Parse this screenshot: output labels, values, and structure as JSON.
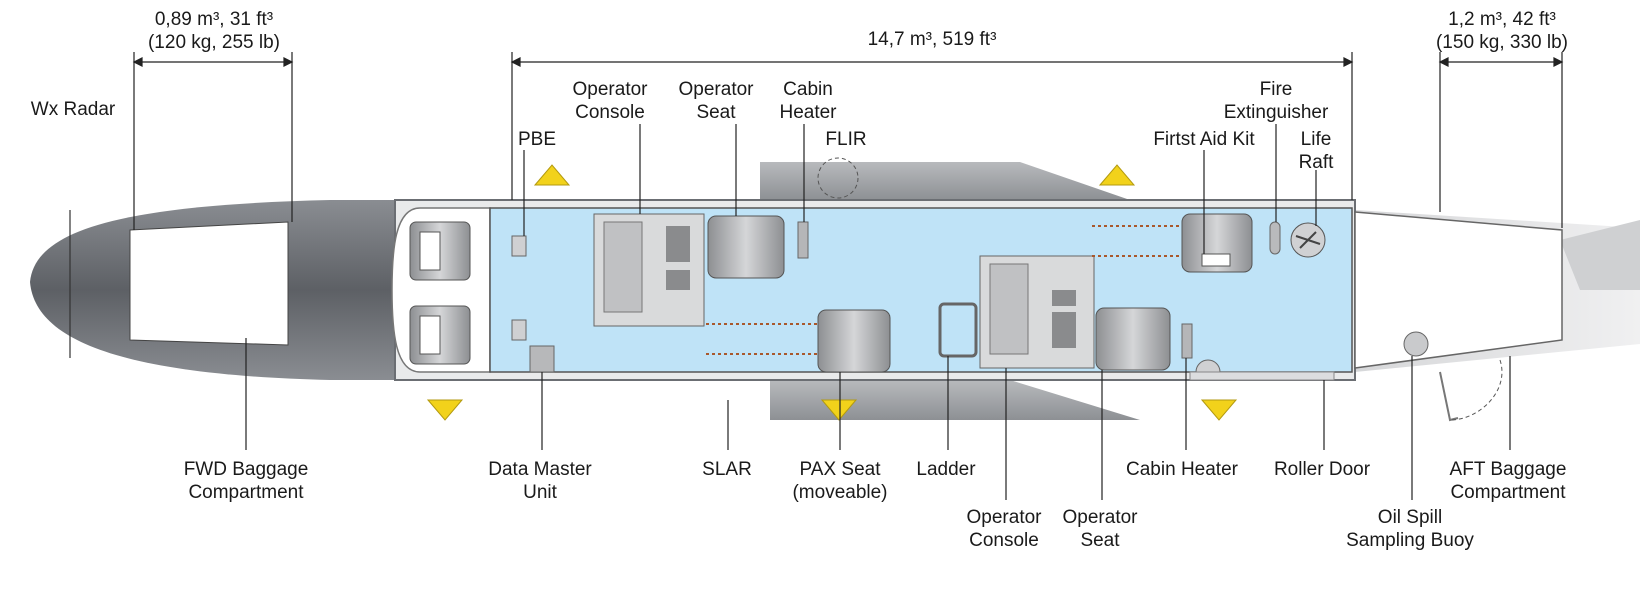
{
  "dimensions": {
    "fwd": {
      "line1": "0,89 m³, 31 ft³",
      "line2": "(120 kg, 255 lb)"
    },
    "cabin": {
      "line1": "14,7 m³, 519 ft³"
    },
    "aft": {
      "line1": "1,2 m³, 42 ft³",
      "line2": "(150 kg, 330 lb)"
    }
  },
  "labels_top": {
    "wx_radar": "Wx Radar",
    "pbe": "PBE",
    "operator_console": {
      "line1": "Operator",
      "line2": "Console"
    },
    "operator_seat": {
      "line1": "Operator",
      "line2": "Seat"
    },
    "cabin_heater": {
      "line1": "Cabin",
      "line2": "Heater"
    },
    "flir": "FLIR",
    "first_aid_kit": "Firtst Aid Kit",
    "fire_extinguisher": {
      "line1": "Fire",
      "line2": "Extinguisher"
    },
    "life_raft": {
      "line1": "Life",
      "line2": "Raft"
    }
  },
  "labels_bottom": {
    "fwd_baggage": {
      "line1": "FWD Baggage",
      "line2": "Compartment"
    },
    "data_master": {
      "line1": "Data Master",
      "line2": "Unit"
    },
    "slar": "SLAR",
    "pax_seat": {
      "line1": "PAX Seat",
      "line2": "(moveable)"
    },
    "ladder": "Ladder",
    "operator_console": {
      "line1": "Operator",
      "line2": "Console"
    },
    "operator_seat": {
      "line1": "Operator",
      "line2": "Seat"
    },
    "cabin_heater": "Cabin Heater",
    "roller_door": "Roller Door",
    "oil_spill": {
      "line1": "Oil Spill",
      "line2": "Sampling Buoy"
    },
    "aft_baggage": {
      "line1": "AFT Baggage",
      "line2": "Compartment"
    }
  },
  "colors": {
    "cabin_fill": "#bfe3f7",
    "fuselage": "#6b6e73",
    "exit_marker": "#f2d21b"
  }
}
